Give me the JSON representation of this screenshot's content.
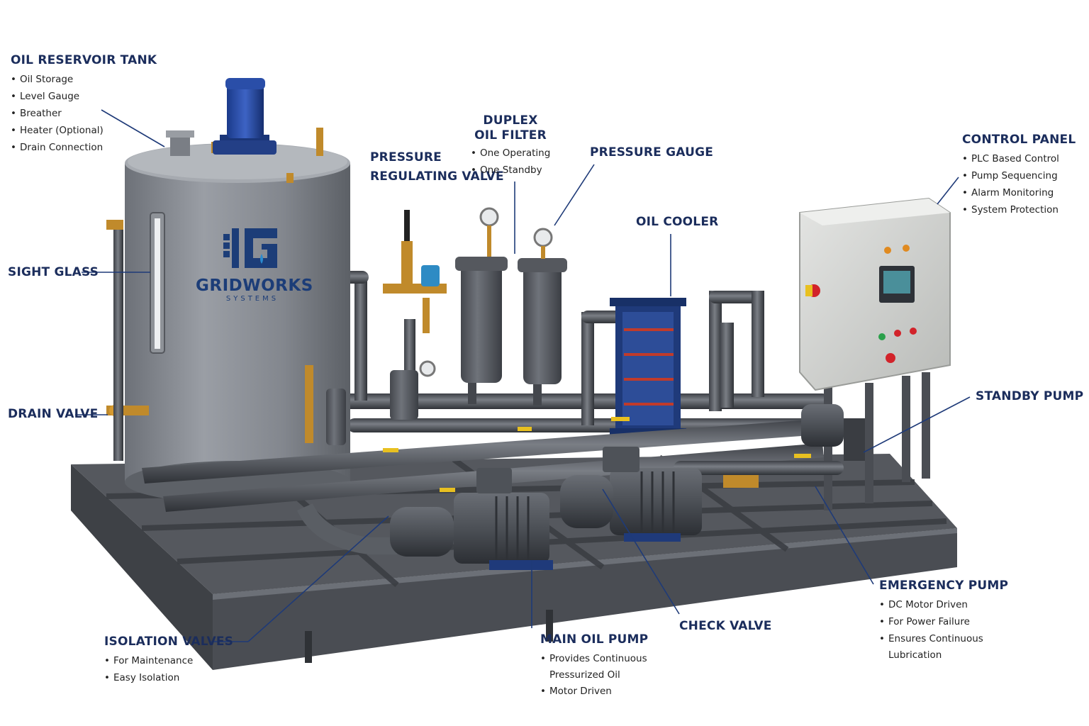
{
  "brand": {
    "name": "GRIDWORKS",
    "tagline": "SYSTEMS",
    "colors": {
      "navy": "#1c3d78",
      "label": "#1b2d5c",
      "steel": "#5f636a",
      "frame": "#4a4d53",
      "brass": "#c08a2b",
      "cooler": "#1f3a7a"
    }
  },
  "labels": {
    "oil_reservoir": {
      "title": "OIL RESERVOIR TANK",
      "items": [
        "Oil Storage",
        "Level Gauge",
        "Breather",
        "Heater (Optional)",
        "Drain Connection"
      ]
    },
    "sight_glass": {
      "title": "SIGHT GLASS"
    },
    "drain_valve": {
      "title": "DRAIN VALVE"
    },
    "pressure_regulating_valve": {
      "title_line1": "PRESSURE",
      "title_line2": "REGULATING VALVE"
    },
    "duplex_oil_filter": {
      "title_line1": "DUPLEX",
      "title_line2": "OIL FILTER",
      "items": [
        "One Operating",
        "One Standby"
      ]
    },
    "pressure_gauge": {
      "title": "PRESSURE GAUGE"
    },
    "oil_cooler": {
      "title": "OIL COOLER"
    },
    "control_panel": {
      "title": "CONTROL PANEL",
      "items": [
        "PLC Based Control",
        "Pump Sequencing",
        "Alarm Monitoring",
        "System Protection"
      ]
    },
    "standby_pump": {
      "title": "STANDBY PUMP"
    },
    "emergency_pump": {
      "title": "EMERGENCY PUMP",
      "items": [
        "DC Motor Driven",
        "For Power Failure",
        "Ensures Continuous"
      ],
      "item3_cont": "Lubrication"
    },
    "check_valve": {
      "title": "CHECK VALVE"
    },
    "main_oil_pump": {
      "title": "MAIN OIL PUMP",
      "item1": "Provides Continuous",
      "item1_cont": "Pressurized Oil",
      "item2": "Motor Driven"
    },
    "isolation_valves": {
      "title": "ISOLATION VALVES",
      "items": [
        "For Maintenance",
        "Easy Isolation"
      ]
    }
  }
}
